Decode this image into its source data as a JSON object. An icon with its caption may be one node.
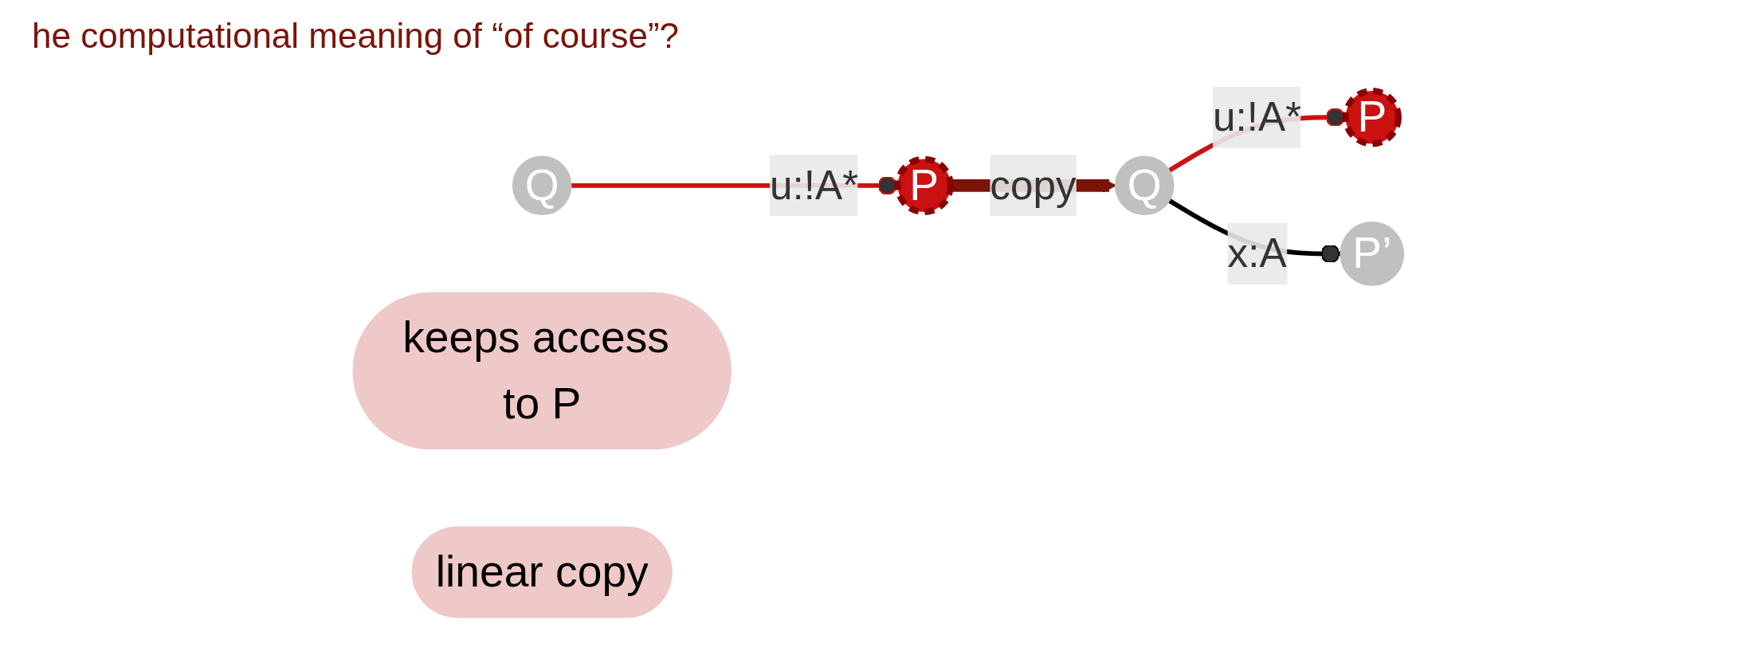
{
  "diagram": {
    "title": "he computational meaning of “of course”?",
    "nodes": [
      {
        "text": [
          "Q"
        ]
      },
      {
        "text": [
          "P"
        ]
      },
      {
        "text": [
          "Q"
        ]
      },
      {
        "text": [
          "P"
        ]
      },
      {
        "text": [
          "P’"
        ]
      },
      {
        "text": [
          "keeps access to P"
        ]
      },
      {
        "text": [
          "linear copy"
        ]
      }
    ],
    "edges": [
      {
        "from": 0,
        "to": 1,
        "arrow": "other",
        "label": "u:!A*",
        "color": "#cc1111"
      },
      {
        "from": 1,
        "to": 2,
        "arrow": "to",
        "label": "copy",
        "style": "thick",
        "color": "#7a1408"
      },
      {
        "from": 2,
        "to": 3,
        "arrow": "other",
        "label": "u:!A*",
        "color": "#cc1111"
      },
      {
        "from": 2,
        "to": 4,
        "arrow": "other",
        "label": "x:A",
        "color": "#000000"
      }
    ]
  }
}
